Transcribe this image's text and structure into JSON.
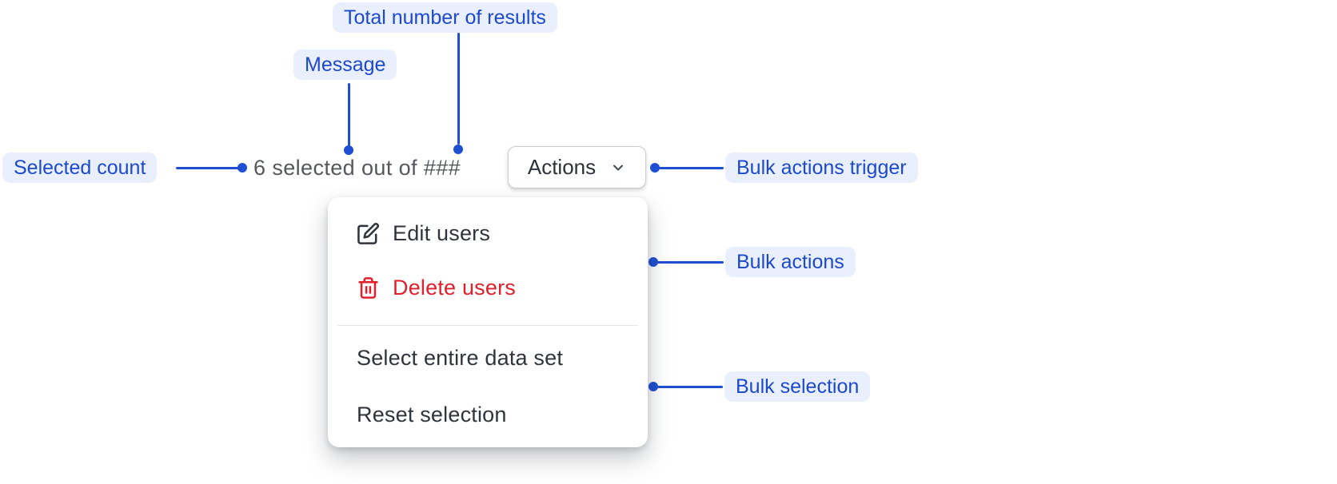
{
  "colors": {
    "accent_blue": "#1e4fd3",
    "pill_bg": "#e9effd",
    "pill_text": "#1c49cd",
    "message_text": "#55575c",
    "menu_text": "#2f333a",
    "danger_red": "#e0202a",
    "button_text": "#2e3137",
    "button_border": "#cdced2",
    "divider": "#e7e8ea"
  },
  "annotations": {
    "total_results": {
      "label": "Total number of results"
    },
    "message": {
      "label": "Message"
    },
    "selected_count": {
      "label": "Selected count"
    },
    "bulk_actions_trigger": {
      "label": "Bulk actions trigger"
    },
    "bulk_actions": {
      "label": "Bulk actions"
    },
    "bulk_selection": {
      "label": "Bulk selection"
    }
  },
  "toolbar": {
    "selection_message": "6 selected out of ###",
    "actions_button_label": "Actions",
    "actions_button_icon": "chevron-down-icon"
  },
  "menu": {
    "items": [
      {
        "label": "Edit users",
        "icon": "edit-icon",
        "variant": "default"
      },
      {
        "label": "Delete users",
        "icon": "trash-icon",
        "variant": "danger"
      },
      {
        "label": "Select entire data set",
        "variant": "default"
      },
      {
        "label": "Reset selection",
        "variant": "default"
      }
    ]
  }
}
